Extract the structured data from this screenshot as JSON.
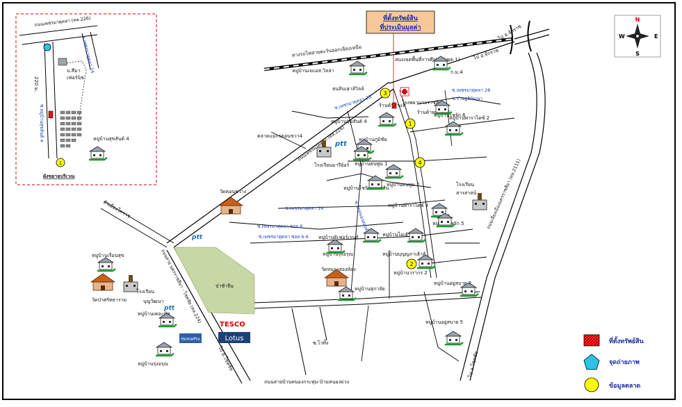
{
  "subject_box": {
    "line1": "ที่ตั้งทรัพย์สิน",
    "line2": "ที่ประเมินมูลค่า"
  },
  "compass": {
    "n": "N",
    "s": "S",
    "e": "E",
    "w": "W"
  },
  "inset": {
    "road_top": "ถนนเพชรมาตุคลา (ทล.226)",
    "soi_right": "ซ.เพชรมาตุคลา 24",
    "distance": "220 ม.",
    "soi_left": "ซ.หมู่บ้านสุขสันต์ 4",
    "shop": "บ.สีมา",
    "shop2": "เฟอร์นิช",
    "village": "หมู่บ้านสุขสันต์ 4",
    "caption": "ผังขยายบริเวณ",
    "marker_number": "1"
  },
  "roads": {
    "railway": "ทางรถไฟสายตะวันออกเฉียงเหนือ",
    "main_diag": "ถนนเพชรมาตุคลา (ทล.226)",
    "lower_diag": "ถนนสาย นครราชสีมา - โชคชัย (ทล.224)",
    "to_chakkarat": "ไป อ.จักราช",
    "to_chakkarat2": "ไป อ.จักราช",
    "ring_road": "ถนนเลี่ยงเมืองนครราชสีมา (ทล.2111)",
    "to_chokchai": "ไป อ.โชคชัย",
    "to_chokchai2": "ไป อ.โชคชัย",
    "to_city": "ตัวเมืองโคราช",
    "bottom_road": "ถนนสายบ้านหนองกระทุ่ม-บ้านหนองม่วง",
    "soi_23": "ซ.เพชรมาตุคลา 23",
    "soi_28": "ซ.เพชรมาตุคลา 28",
    "soi_rat": "ซ.ราษฎร์พัฒนา",
    "soi_14": "ซ.เพชรมาตุคลา 14",
    "soi_8": "ซ.เพชรมาตุคลา ซอย 8",
    "soi_66": "ซ.เพชรมาตุคลา ซอย 6-6",
    "soi_vertical": "ซ.วัดหนองสองห้อง",
    "soi_wai": "ซ.ไวทิ้ง"
  },
  "places": [
    {
      "id": "p1",
      "text": "หมู่บ้านเจแอส.วิลล่า"
    },
    {
      "id": "p2",
      "text": "สนงเขตพื้นที่การศึกษา (เขต 1)"
    },
    {
      "id": "p3",
      "text": "ก.ม.4"
    },
    {
      "id": "p4",
      "text": "หมู่บ้านสุขสันต์ 4"
    },
    {
      "id": "p5",
      "text": "ร้านค้ากาแฟ"
    },
    {
      "id": "p6",
      "text": "โรงพยาบาลราชสีมา"
    },
    {
      "id": "p7",
      "text": "ร้านค้าทหารพลี"
    },
    {
      "id": "p8",
      "text": "หมู่บ้านโชรัก 6"
    },
    {
      "id": "p9",
      "text": "หมู่บ้านพาราไดซ์ 2"
    },
    {
      "id": "p10",
      "text": "ตลาดแม่กรตอนขวา4"
    },
    {
      "id": "p11",
      "text": "หมู่บ้านภูมิชัย"
    },
    {
      "id": "p12",
      "text": "โรงเรียนมารีย์อร์"
    },
    {
      "id": "p13",
      "text": "หมู่บ้านธนพูน 1"
    },
    {
      "id": "p14",
      "text": "หมู่บ้านธนพูน 2"
    },
    {
      "id": "p15",
      "text": "หมู่บ้านโชรัก-โมเดิร์น"
    },
    {
      "id": "p16",
      "text": "วัดคอนขวาง"
    },
    {
      "id": "p17",
      "text": "หมู่บ้านพาราไดซ์ 3"
    },
    {
      "id": "p18",
      "text": "หมู่บ้านโชรัก 5"
    },
    {
      "id": "p19",
      "text": "โรงเรียน"
    },
    {
      "id": "p20",
      "text": "สารสาสน์"
    },
    {
      "id": "p21",
      "text": "หมู่บ้านดิเฟอร์เรนส์"
    },
    {
      "id": "p22",
      "text": "หมู่บ้านไอเฮ้าส์"
    },
    {
      "id": "p23",
      "text": "หมู่บ้านรุ่งอรุณ"
    },
    {
      "id": "p24",
      "text": "หมู่บ้านบุญญภาเฮ้าส์"
    },
    {
      "id": "p25",
      "text": "หมู่บ้านวรากร 2"
    },
    {
      "id": "p26",
      "text": "วัดหนองสองห้อง"
    },
    {
      "id": "p27",
      "text": "หมู่บ้านสุภาลัย"
    },
    {
      "id": "p28",
      "text": "หมู่บ้านอยู่สบาย 3"
    },
    {
      "id": "p29",
      "text": "หมู่บ้านอยู่สบาย 5"
    },
    {
      "id": "p30",
      "text": "หมู่บ้านเรือนสุข"
    },
    {
      "id": "p31",
      "text": "วัดป่าศรัทธาราม"
    },
    {
      "id": "p32",
      "text": "โรงเรียน"
    },
    {
      "id": "p33",
      "text": "บุญวัฒนา"
    },
    {
      "id": "p34",
      "text": "ป่าช้าจีน"
    },
    {
      "id": "p35",
      "text": "หมู่บ้านเคอะทัช"
    },
    {
      "id": "p36",
      "text": "หมู่บ้านรุ่งอรุณ"
    },
    {
      "id": "p37",
      "text": "ธนสินเฮาส์วิลล์"
    }
  ],
  "markers": [
    "1",
    "2",
    "3",
    "4"
  ],
  "brands": {
    "ptt": "ptt",
    "tesco": "TESCO",
    "lotus": "Lotus",
    "homepro": "HomePro"
  },
  "legend": [
    {
      "text": "ที่ตั้งทรัพย์สิน"
    },
    {
      "text": "จุดถ่ายภาพ"
    },
    {
      "text": "ข้อมูลตลาด"
    }
  ],
  "colors": {
    "subject_box": "#f6c89a",
    "marker": "#ffff00",
    "photo_point": "#2ec2e6",
    "subject": "#d40000",
    "cemetery": "#c8d7a6",
    "legend_text": "#1b2fa8"
  }
}
